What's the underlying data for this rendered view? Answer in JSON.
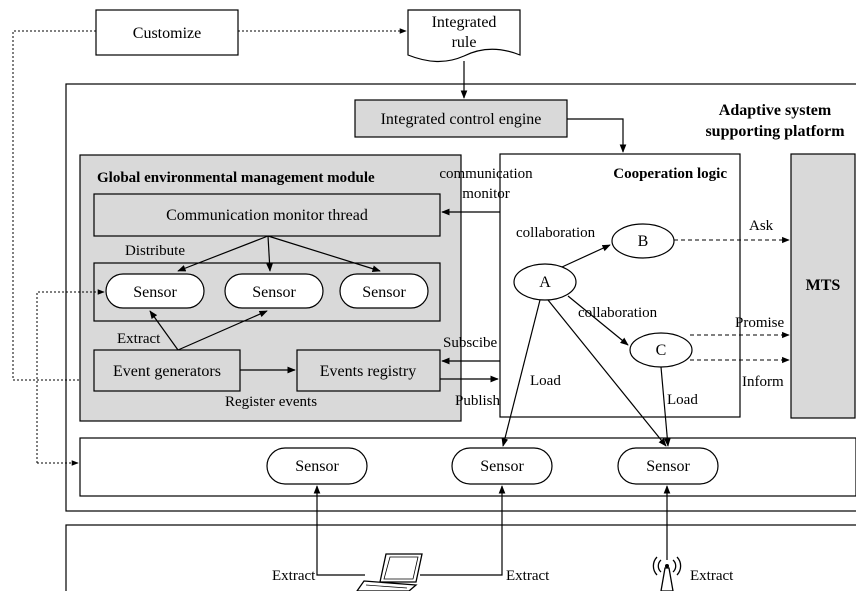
{
  "customize": "Customize",
  "integrated_rule": {
    "line1": "Integrated",
    "line2": "rule"
  },
  "platform_title": {
    "line1": "Adaptive system",
    "line2": "supporting platform"
  },
  "integrated_control_engine": "Integrated control engine",
  "global_module": {
    "title": "Global environmental management module",
    "comm_thread": "Communication monitor thread",
    "distribute": "Distribute",
    "sensors": [
      "Sensor",
      "Sensor",
      "Sensor"
    ],
    "extract": "Extract",
    "event_generators": "Event generators",
    "events_registry": "Events registry",
    "register_events": "Register events"
  },
  "communication_monitor": {
    "line1": "communication",
    "line2": "monitor"
  },
  "subscribe": "Subscibe",
  "publish": "Publish",
  "cooperation": {
    "title": "Cooperation logic",
    "node_a": "A",
    "node_b": "B",
    "node_c": "C",
    "collaboration_ab": "collaboration",
    "collaboration_ac": "collaboration",
    "load_a": "Load",
    "load_c": "Load"
  },
  "mts": "MTS",
  "ask": "Ask",
  "promise": "Promise",
  "inform": "Inform",
  "bottom_sensors": [
    "Sensor",
    "Sensor",
    "Sensor"
  ],
  "extract_labels": [
    "Extract",
    "Extract",
    "Extract"
  ],
  "icons": [
    "laptop-icon",
    "antenna-icon"
  ],
  "colors": {
    "module_fill": "#d9d9d9",
    "line": "#000000",
    "background": "#ffffff"
  }
}
